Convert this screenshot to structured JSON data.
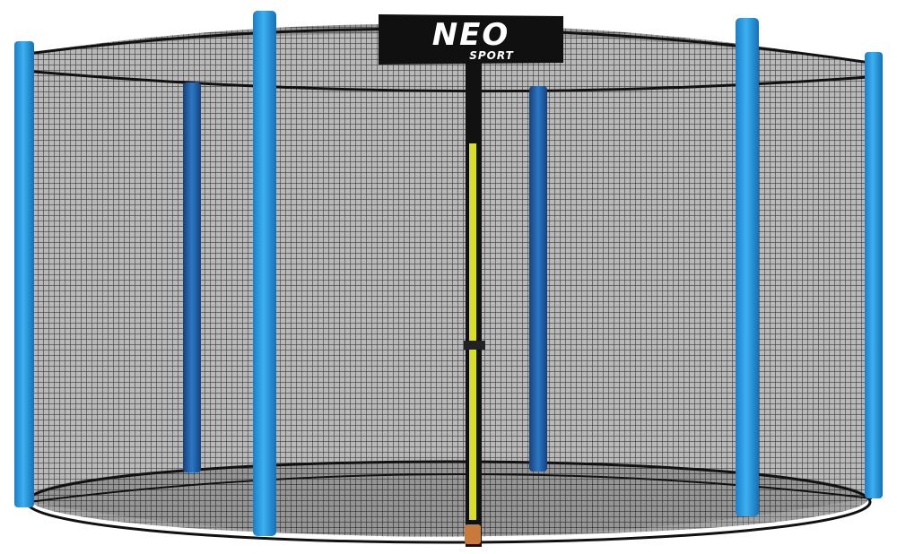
{
  "product": {
    "brand_primary": "NEO",
    "brand_secondary": "SPORT"
  },
  "colors": {
    "pole_blue": "#2a9be0",
    "pole_blue_dark": "#1677bd",
    "pole_back_blue": "#1f5fa8",
    "net_black": "#111111",
    "net_fill": "#9a9a9a",
    "zipper_yellow": "#d9e021",
    "banner_black": "#101010",
    "background": "#ffffff"
  },
  "icons": [
    "trampoline-net-image",
    "brand-logo-banner",
    "zipper-entrance"
  ]
}
